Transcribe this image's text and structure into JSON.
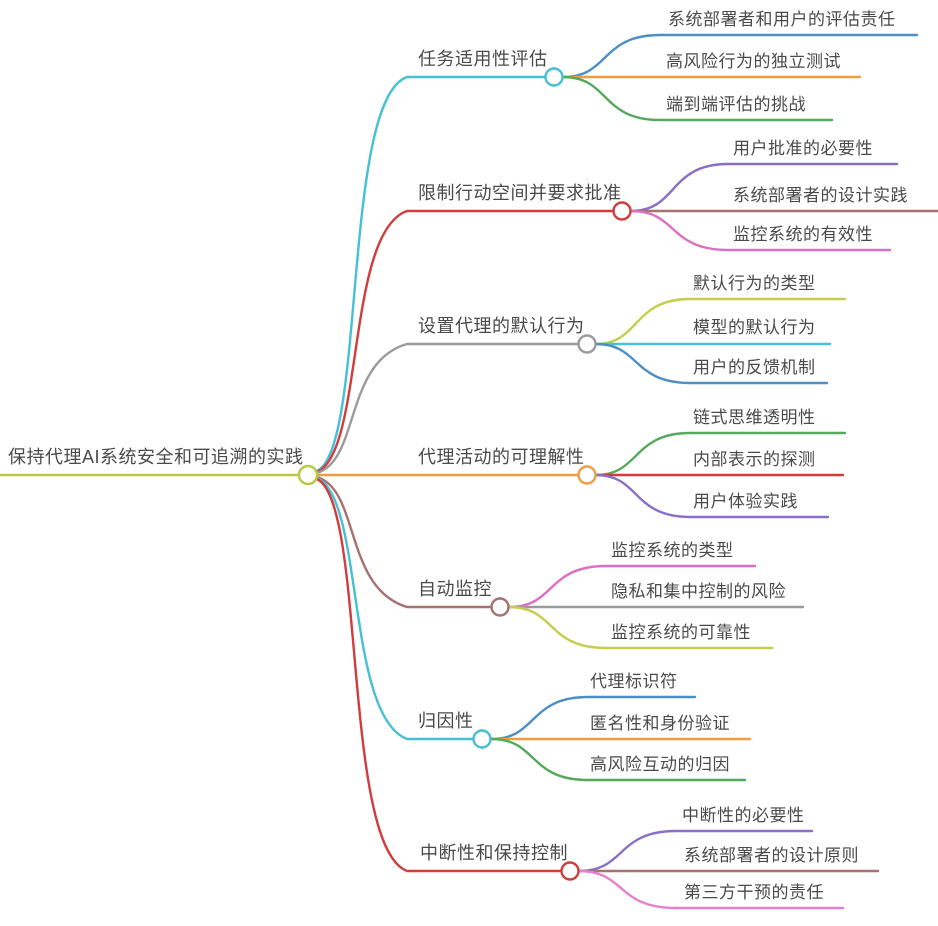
{
  "background": "#ffffff",
  "text_color": "#4a4a4a",
  "root": {
    "label": "保持代理AI系统安全和可追溯的实践",
    "color": "#b9c93f"
  },
  "branches": [
    {
      "label": "任务适用性评估",
      "color": "#45c0d4",
      "children": [
        {
          "label": "系统部署者和用户的评估责任",
          "color": "#4d8fc4"
        },
        {
          "label": "高风险行为的独立测试",
          "color": "#f09c43"
        },
        {
          "label": "端到端评估的挑战",
          "color": "#55a95c"
        }
      ]
    },
    {
      "label": "限制行动空间并要求批准",
      "color": "#d23c3d",
      "children": [
        {
          "label": "用户批准的必要性",
          "color": "#8a6fc8"
        },
        {
          "label": "系统部署者的设计实践",
          "color": "#a8716f"
        },
        {
          "label": "监控系统的有效性",
          "color": "#de6ec2"
        }
      ]
    },
    {
      "label": "设置代理的默认行为",
      "color": "#9b9b9b",
      "children": [
        {
          "label": "默认行为的类型",
          "color": "#c3cf4a"
        },
        {
          "label": "模型的默认行为",
          "color": "#45c0d4"
        },
        {
          "label": "用户的反馈机制",
          "color": "#4d8fc4"
        }
      ]
    },
    {
      "label": "代理活动的可理解性",
      "color": "#f09c43",
      "children": [
        {
          "label": "链式思维透明性",
          "color": "#55a95c"
        },
        {
          "label": "内部表示的探测",
          "color": "#d23c3d"
        },
        {
          "label": "用户体验实践",
          "color": "#8a6fc8"
        }
      ]
    },
    {
      "label": "自动监控",
      "color": "#a8716f",
      "children": [
        {
          "label": "监控系统的类型",
          "color": "#de6ec2"
        },
        {
          "label": "隐私和集中控制的风险",
          "color": "#9b9b9b"
        },
        {
          "label": "监控系统的可靠性",
          "color": "#c3cf4a"
        }
      ]
    },
    {
      "label": "归因性",
      "color": "#45c0d4",
      "children": [
        {
          "label": "代理标识符",
          "color": "#4d8fc4"
        },
        {
          "label": "匿名性和身份验证",
          "color": "#f09c43"
        },
        {
          "label": "高风险互动的归因",
          "color": "#55a95c"
        }
      ]
    },
    {
      "label": "中断性和保持控制",
      "color": "#d23c3d",
      "children": [
        {
          "label": "中断性的必要性",
          "color": "#8a6fc8"
        },
        {
          "label": "系统部署者的设计原则",
          "color": "#a8716f"
        },
        {
          "label": "第三方干预的责任",
          "color": "#e580cd"
        }
      ]
    }
  ]
}
